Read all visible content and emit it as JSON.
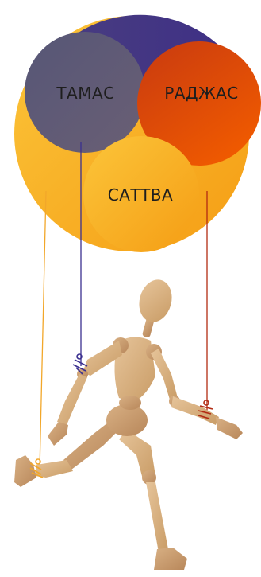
{
  "gunas": {
    "tamas": {
      "label": "ТАМАС",
      "color": "#5a5a78",
      "string_color": "#3b3090"
    },
    "rajas": {
      "label": "РАДЖАС",
      "color": "#e04000",
      "string_color": "#b22b12"
    },
    "sattva": {
      "label": "САТТВА",
      "color": "#f6a81a",
      "string_color": "#f2a72a"
    }
  },
  "label_color": "#1e1e1e",
  "figure": {
    "name": "wooden-mannequin-puppet",
    "wood_color": "#d9b487"
  }
}
